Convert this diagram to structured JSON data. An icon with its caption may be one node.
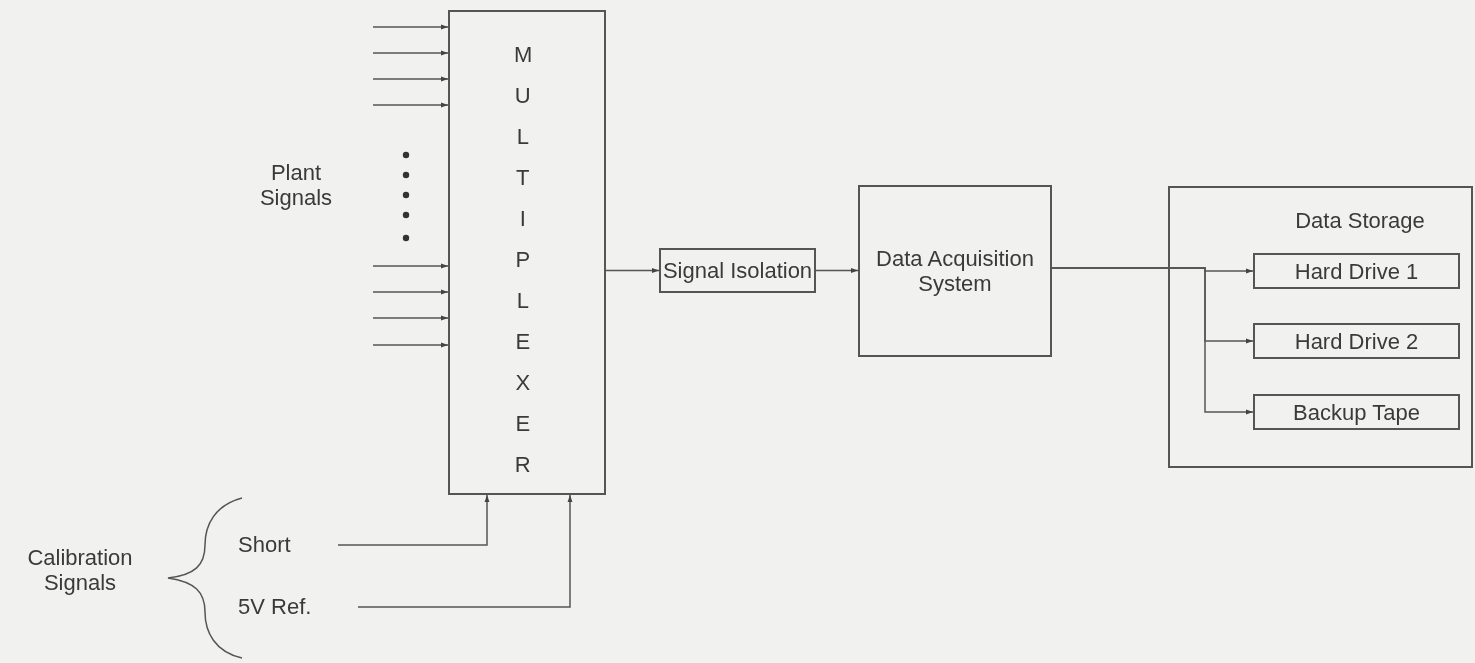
{
  "diagram": {
    "nodes": [
      {
        "text": [
          "MULTIPLEXER"
        ]
      },
      {
        "text": [
          "Signal Isolation"
        ]
      },
      {
        "text": [
          "Data Acquisition System"
        ]
      },
      {
        "text": [
          "Data Storage"
        ]
      },
      {
        "text": [
          "Hard Drive 1"
        ],
        "in": 3
      },
      {
        "text": [
          "Hard Drive 2"
        ],
        "in": 3
      },
      {
        "text": [
          "Backup Tape"
        ],
        "in": 3
      },
      {
        "text": [
          "Short"
        ]
      },
      {
        "text": [
          "5V Ref."
        ]
      }
    ],
    "edges": [
      {
        "from": null,
        "to": 0,
        "arrow": "to"
      },
      {
        "from": null,
        "to": 0,
        "arrow": "to"
      },
      {
        "from": null,
        "to": 0,
        "arrow": "to"
      },
      {
        "from": null,
        "to": 0,
        "arrow": "to"
      },
      {
        "from": null,
        "to": 0,
        "arrow": "to"
      },
      {
        "from": null,
        "to": 0,
        "arrow": "to"
      },
      {
        "from": null,
        "to": 0,
        "arrow": "to"
      },
      {
        "from": null,
        "to": 0,
        "arrow": "to"
      },
      {
        "from": 0,
        "to": 1,
        "arrow": "to"
      },
      {
        "from": 1,
        "to": 2,
        "arrow": "to"
      },
      {
        "from": 2,
        "to": 4,
        "arrow": "to"
      },
      {
        "from": 2,
        "to": 5,
        "arrow": "to"
      },
      {
        "from": 2,
        "to": 6,
        "arrow": "to"
      },
      {
        "from": 7,
        "to": 0,
        "arrow": "to"
      },
      {
        "from": 8,
        "to": 0,
        "arrow": "to"
      }
    ],
    "labels": [
      "Plant Signals",
      "Calibration Signals"
    ]
  }
}
